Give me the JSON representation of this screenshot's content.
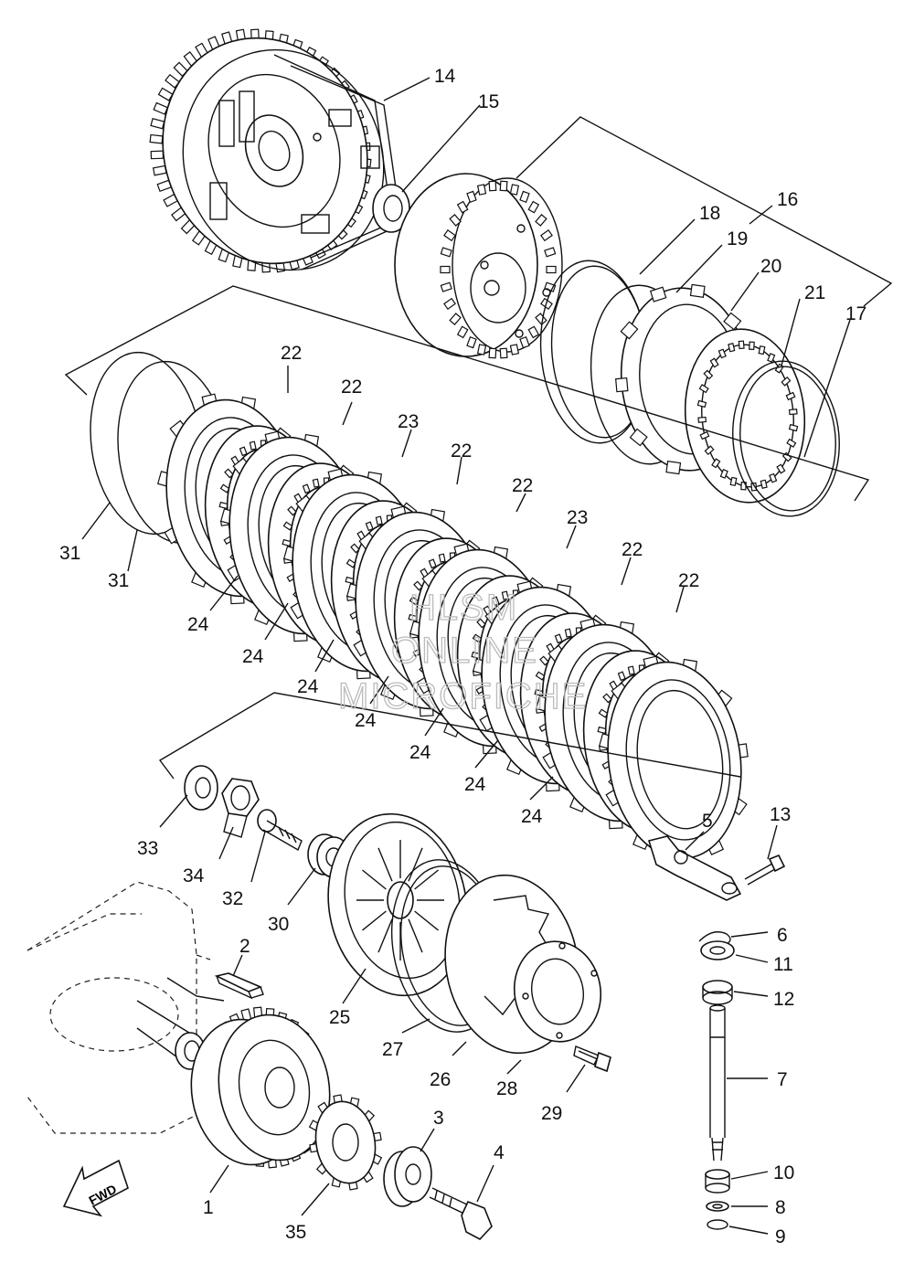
{
  "diagram": {
    "watermark": [
      "HLSM",
      "ONLINE",
      "MICROFICHE"
    ],
    "fwd_label": "FWD",
    "callouts": [
      {
        "id": "c14",
        "text": "14"
      },
      {
        "id": "c15",
        "text": "15"
      },
      {
        "id": "c16",
        "text": "16"
      },
      {
        "id": "c17",
        "text": "17"
      },
      {
        "id": "c18",
        "text": "18"
      },
      {
        "id": "c19",
        "text": "19"
      },
      {
        "id": "c20",
        "text": "20"
      },
      {
        "id": "c21",
        "text": "21"
      },
      {
        "id": "c22a",
        "text": "22"
      },
      {
        "id": "c22b",
        "text": "22"
      },
      {
        "id": "c22c",
        "text": "22"
      },
      {
        "id": "c22d",
        "text": "22"
      },
      {
        "id": "c22e",
        "text": "22"
      },
      {
        "id": "c22f",
        "text": "22"
      },
      {
        "id": "c23a",
        "text": "23"
      },
      {
        "id": "c23b",
        "text": "23"
      },
      {
        "id": "c24a",
        "text": "24"
      },
      {
        "id": "c24b",
        "text": "24"
      },
      {
        "id": "c24c",
        "text": "24"
      },
      {
        "id": "c24d",
        "text": "24"
      },
      {
        "id": "c24e",
        "text": "24"
      },
      {
        "id": "c24f",
        "text": "24"
      },
      {
        "id": "c24g",
        "text": "24"
      },
      {
        "id": "c31a",
        "text": "31"
      },
      {
        "id": "c31b",
        "text": "31"
      },
      {
        "id": "c33",
        "text": "33"
      },
      {
        "id": "c34",
        "text": "34"
      },
      {
        "id": "c32",
        "text": "32"
      },
      {
        "id": "c30",
        "text": "30"
      },
      {
        "id": "c2",
        "text": "2"
      },
      {
        "id": "c25",
        "text": "25"
      },
      {
        "id": "c27",
        "text": "27"
      },
      {
        "id": "c26",
        "text": "26"
      },
      {
        "id": "c28",
        "text": "28"
      },
      {
        "id": "c29",
        "text": "29"
      },
      {
        "id": "c1",
        "text": "1"
      },
      {
        "id": "c35",
        "text": "35"
      },
      {
        "id": "c3",
        "text": "3"
      },
      {
        "id": "c4",
        "text": "4"
      },
      {
        "id": "c5",
        "text": "5"
      },
      {
        "id": "c13",
        "text": "13"
      },
      {
        "id": "c6",
        "text": "6"
      },
      {
        "id": "c11",
        "text": "11"
      },
      {
        "id": "c12",
        "text": "12"
      },
      {
        "id": "c7",
        "text": "7"
      },
      {
        "id": "c10",
        "text": "10"
      },
      {
        "id": "c8",
        "text": "8"
      },
      {
        "id": "c9",
        "text": "9"
      }
    ]
  }
}
